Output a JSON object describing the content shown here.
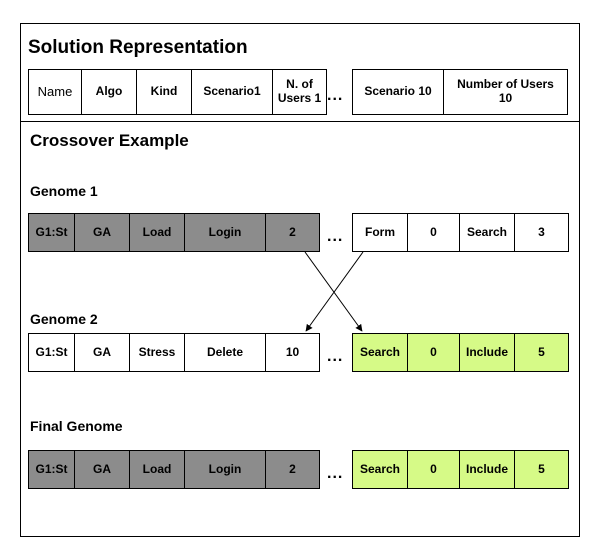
{
  "representation": {
    "title": "Solution Representation",
    "fields": [
      "Name",
      "Algo",
      "Kind",
      "Scenario1",
      "N. of Users 1",
      "...",
      "Scenario 10",
      "Number of Users 10"
    ]
  },
  "crossover": {
    "title": "Crossover Example",
    "ellipsis": "...",
    "genome1": {
      "label": "Genome 1",
      "left": [
        "G1:St",
        "GA",
        "Load",
        "Login",
        "2"
      ],
      "right": [
        "Form",
        "0",
        "Search",
        "3"
      ]
    },
    "genome2": {
      "label": "Genome 2",
      "left": [
        "G1:St",
        "GA",
        "Stress",
        "Delete",
        "10"
      ],
      "right": [
        "Search",
        "0",
        "Include",
        "5"
      ]
    },
    "final": {
      "label": "Final Genome",
      "left": [
        "G1:St",
        "GA",
        "Load",
        "Login",
        "2"
      ],
      "right": [
        "Search",
        "0",
        "Include",
        "5"
      ]
    }
  },
  "colors": {
    "inherited_from_genome1": "#8c8c8c",
    "inherited_from_genome2": "#d6fa87",
    "neutral": "#ffffff"
  }
}
